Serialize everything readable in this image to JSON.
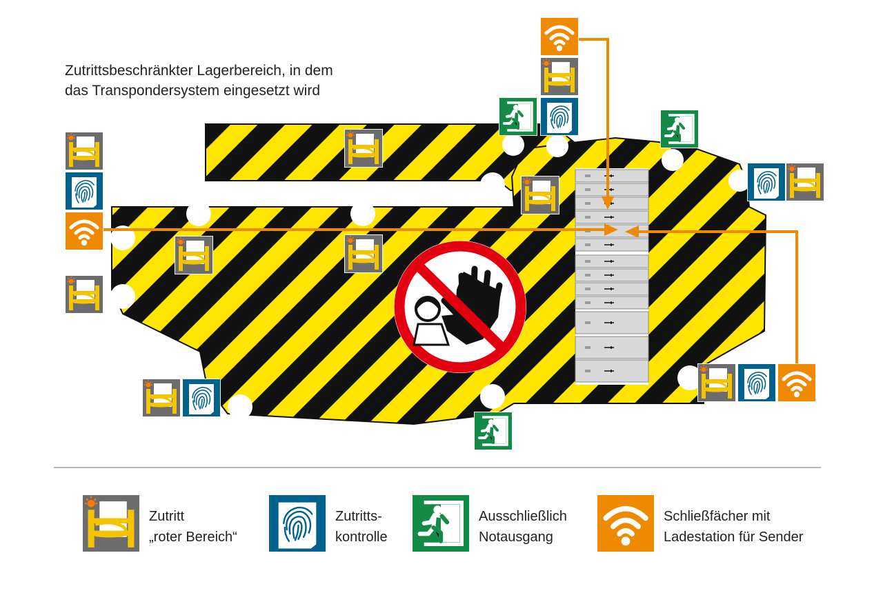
{
  "caption": {
    "line1": "Zutrittsbeschränkter Lagerbereich, in dem",
    "line2": "das Transpondersystem eingesetzt wird"
  },
  "colors": {
    "stripe_yellow": "#ffe600",
    "stripe_black": "#111111",
    "gate_gray": "#6d6d6d",
    "gate_yellow": "#f5c400",
    "fingerprint_blue": "#00628d",
    "exit_green": "#138a46",
    "wifi_orange": "#ef8a00",
    "prohibition_red": "#e3000f",
    "locker_gray": "#d9d9d9"
  },
  "icons": {
    "gate": "barrier-gate-icon",
    "fingerprint": "fingerprint-icon",
    "exit": "emergency-exit-icon",
    "wifi": "wifi-signal-icon",
    "no_entry": "no-entry-hand-icon",
    "lockers": "locker-cabinet-icon"
  },
  "legend": [
    {
      "icon": "gate",
      "line1": "Zutritt",
      "line2": "„roter Bereich“"
    },
    {
      "icon": "fingerprint",
      "line1": "Zutritts-",
      "line2": "kontrolle"
    },
    {
      "icon": "exit",
      "line1": "Ausschließlich",
      "line2": "Notausgang"
    },
    {
      "icon": "wifi",
      "line1": "Schließfächer mit",
      "line2": "Ladestation für Sender"
    }
  ]
}
